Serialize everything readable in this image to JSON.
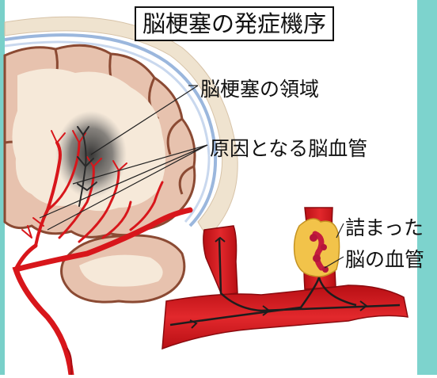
{
  "title": "脳梗塞の発症機序",
  "labels": {
    "infarct_area": "脳梗塞の領域",
    "causal_vessel": "原因となる脳血管",
    "blocked_line1": "詰まった",
    "blocked_line2": "脳の血管"
  },
  "colors": {
    "right_panel": "#7dd3cd",
    "left_edge": "#79d0c9",
    "brain_outer": "#e7c2ae",
    "brain_sulci": "#8b4a33",
    "brain_inner": "#f6e9d9",
    "infarct": "#3a3a3a",
    "artery": "#d8161b",
    "artery_dark": "#a80d12",
    "plaque": "#f2c34a",
    "membrane": "#9bb7dd"
  }
}
